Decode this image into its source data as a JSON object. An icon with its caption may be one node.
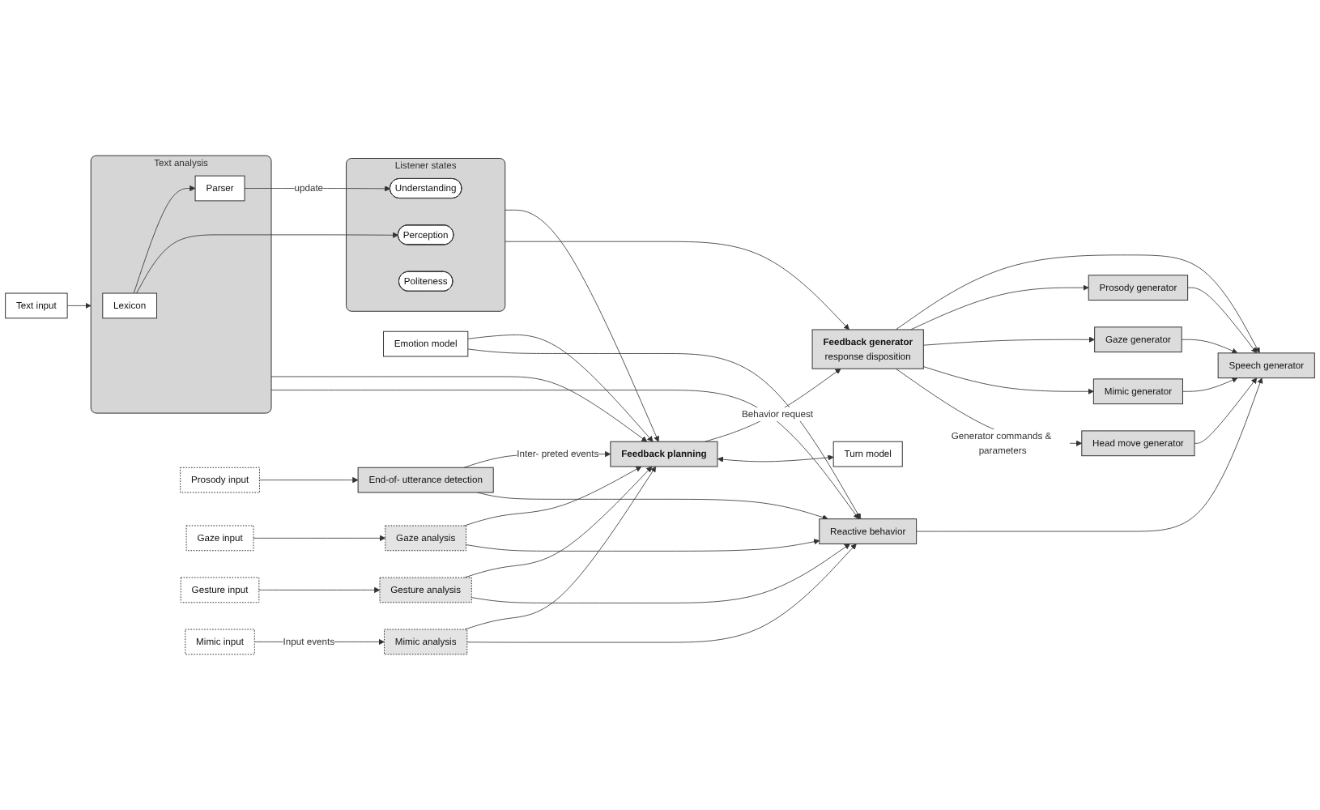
{
  "diagram": {
    "nodes": [
      {
        "text": [
          "Text input"
        ]
      },
      {
        "text": [
          "Text analysis"
        ]
      },
      {
        "text": [
          "Lexicon"
        ],
        "in": 1
      },
      {
        "text": [
          "Parser"
        ],
        "in": 1
      },
      {
        "text": [
          "Listener states"
        ]
      },
      {
        "text": [
          "Perception"
        ],
        "in": 4
      },
      {
        "text": [
          "Understanding"
        ],
        "in": 4
      },
      {
        "text": [
          "Politeness"
        ],
        "in": 4
      },
      {
        "text": [
          "Prosody input"
        ]
      },
      {
        "text": [
          "End-of- utterance detection"
        ]
      },
      {
        "text": [
          "Gaze input"
        ]
      },
      {
        "text": [
          "Gaze analysis"
        ]
      },
      {
        "text": [
          "Gesture input"
        ]
      },
      {
        "text": [
          "Gesture analysis"
        ]
      },
      {
        "text": [
          "Mimic input"
        ]
      },
      {
        "text": [
          "Mimic analysis"
        ]
      },
      {
        "text": [
          "Feedback planning"
        ]
      },
      {
        "text": [
          "Feedback generator",
          "response disposition"
        ]
      },
      {
        "text": [
          "Speech generator"
        ]
      },
      {
        "text": [
          "Prosody generator"
        ]
      },
      {
        "text": [
          "Gaze generator"
        ]
      },
      {
        "text": [
          "Mimic generator"
        ]
      },
      {
        "text": [
          "Head move generator"
        ]
      },
      {
        "text": [
          "Turn model"
        ]
      },
      {
        "text": [
          "Emotion model"
        ]
      },
      {
        "text": [
          "Reactive behavior"
        ]
      }
    ],
    "edges": [
      {
        "from": 0,
        "to": 1,
        "arrow": "to"
      },
      {
        "from": 2,
        "to": 3,
        "arrow": "to"
      },
      {
        "from": 2,
        "to": 5,
        "arrow": "to"
      },
      {
        "from": 3,
        "to": 6,
        "arrow": "to",
        "label": "update"
      },
      {
        "from": 8,
        "to": 9,
        "arrow": "to"
      },
      {
        "from": 10,
        "to": 11,
        "arrow": "to"
      },
      {
        "from": 12,
        "to": 13,
        "arrow": "to"
      },
      {
        "from": 14,
        "to": 15,
        "arrow": "to",
        "label": "Input events"
      },
      {
        "from": 1,
        "to": 16,
        "arrow": "to"
      },
      {
        "from": 9,
        "to": 16,
        "arrow": "to",
        "label": "Inter- preted events"
      },
      {
        "from": 11,
        "to": 16,
        "arrow": "to"
      },
      {
        "from": 13,
        "to": 16,
        "arrow": "to"
      },
      {
        "from": 15,
        "to": 16,
        "arrow": "to"
      },
      {
        "from": 4,
        "to": 16,
        "arrow": "to"
      },
      {
        "from": 4,
        "to": 17,
        "arrow": "to"
      },
      {
        "from": 16,
        "to": 17,
        "arrow": "to",
        "label": "Behavior request"
      },
      {
        "from": 17,
        "to": 18,
        "arrow": "to"
      },
      {
        "from": 17,
        "to": 19,
        "arrow": "to"
      },
      {
        "from": 17,
        "to": 20,
        "arrow": "to"
      },
      {
        "from": 17,
        "to": 21,
        "arrow": "to"
      },
      {
        "from": 17,
        "to": 22,
        "arrow": "to",
        "label": "Generator commands & parameters"
      },
      {
        "from": 16,
        "to": 23,
        "arrow": "both"
      },
      {
        "from": 24,
        "to": 16,
        "arrow": "to"
      },
      {
        "from": 24,
        "to": 25,
        "arrow": "to"
      },
      {
        "from": 1,
        "to": 25,
        "arrow": "to"
      },
      {
        "from": 9,
        "to": 25,
        "arrow": "to"
      },
      {
        "from": 11,
        "to": 25,
        "arrow": "to"
      },
      {
        "from": 13,
        "to": 25,
        "arrow": "to"
      },
      {
        "from": 15,
        "to": 25,
        "arrow": "to"
      },
      {
        "from": 25,
        "to": 18,
        "arrow": "to"
      },
      {
        "from": 19,
        "to": 18,
        "arrow": "to"
      },
      {
        "from": 20,
        "to": 18,
        "arrow": "to"
      },
      {
        "from": 21,
        "to": 18,
        "arrow": "to"
      },
      {
        "from": 22,
        "to": 18,
        "arrow": "to"
      }
    ]
  }
}
